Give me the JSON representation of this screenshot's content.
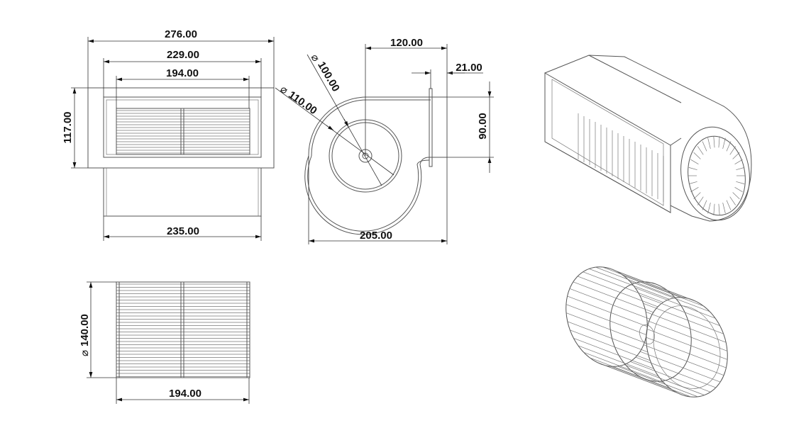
{
  "drawing": {
    "front_view": {
      "overall_width": "276.00",
      "inner_width": "229.00",
      "impeller_width": "194.00",
      "flange_height": "117.00",
      "body_width": "235.00"
    },
    "side_view": {
      "outlet_offset": "120.00",
      "flange_depth": "21.00",
      "inlet_diameter": "100.00",
      "scroll_diameter": "110.00",
      "outlet_height": "90.00",
      "overall_depth": "205.00",
      "diameter_symbol": "⌀"
    },
    "impeller_view": {
      "diameter": "140.00",
      "width": "194.00"
    }
  }
}
